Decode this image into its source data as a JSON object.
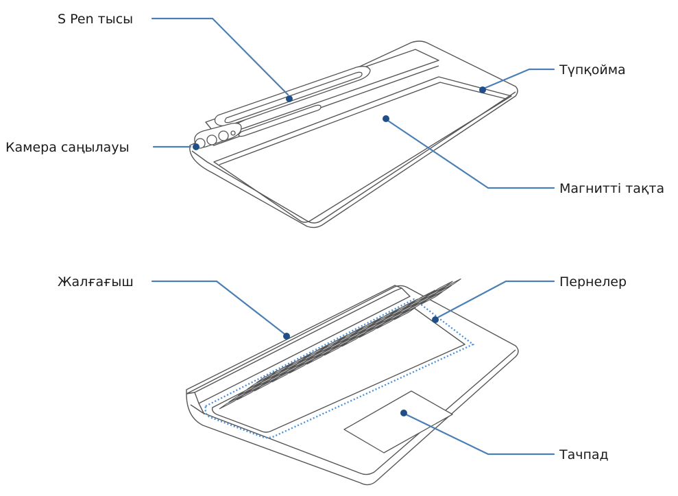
{
  "labels": {
    "s_pen": "S Pen тысы",
    "camera": "Камера саңылауы",
    "cover": "Түпқойма",
    "magnetic": "Магнитті тақта",
    "connector": "Жалғағыш",
    "keys": "Пернелер",
    "touchpad": "Тачпад"
  },
  "colors": {
    "leader_line": "#4a7fb5",
    "leader_dot": "#1f4f86",
    "keys_outline": "#4a90d9"
  }
}
